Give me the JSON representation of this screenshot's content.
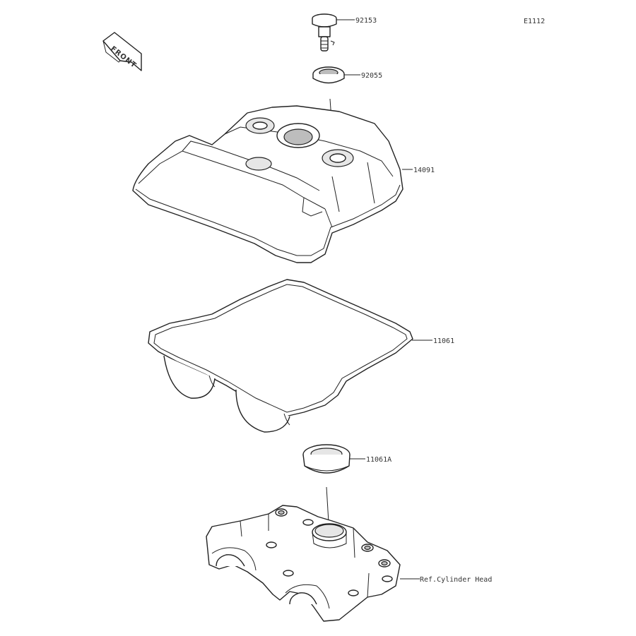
{
  "diagram_code": "E1112",
  "orientation_label": "FRONT",
  "parts": [
    {
      "id": "bolt",
      "number": "92153"
    },
    {
      "id": "washer",
      "number": "92055"
    },
    {
      "id": "cover",
      "number": "14091"
    },
    {
      "id": "gasket",
      "number": "11061"
    },
    {
      "id": "plug-seal",
      "number": "11061A"
    },
    {
      "id": "cylinder-head",
      "number": "Ref.Cylinder Head"
    }
  ]
}
